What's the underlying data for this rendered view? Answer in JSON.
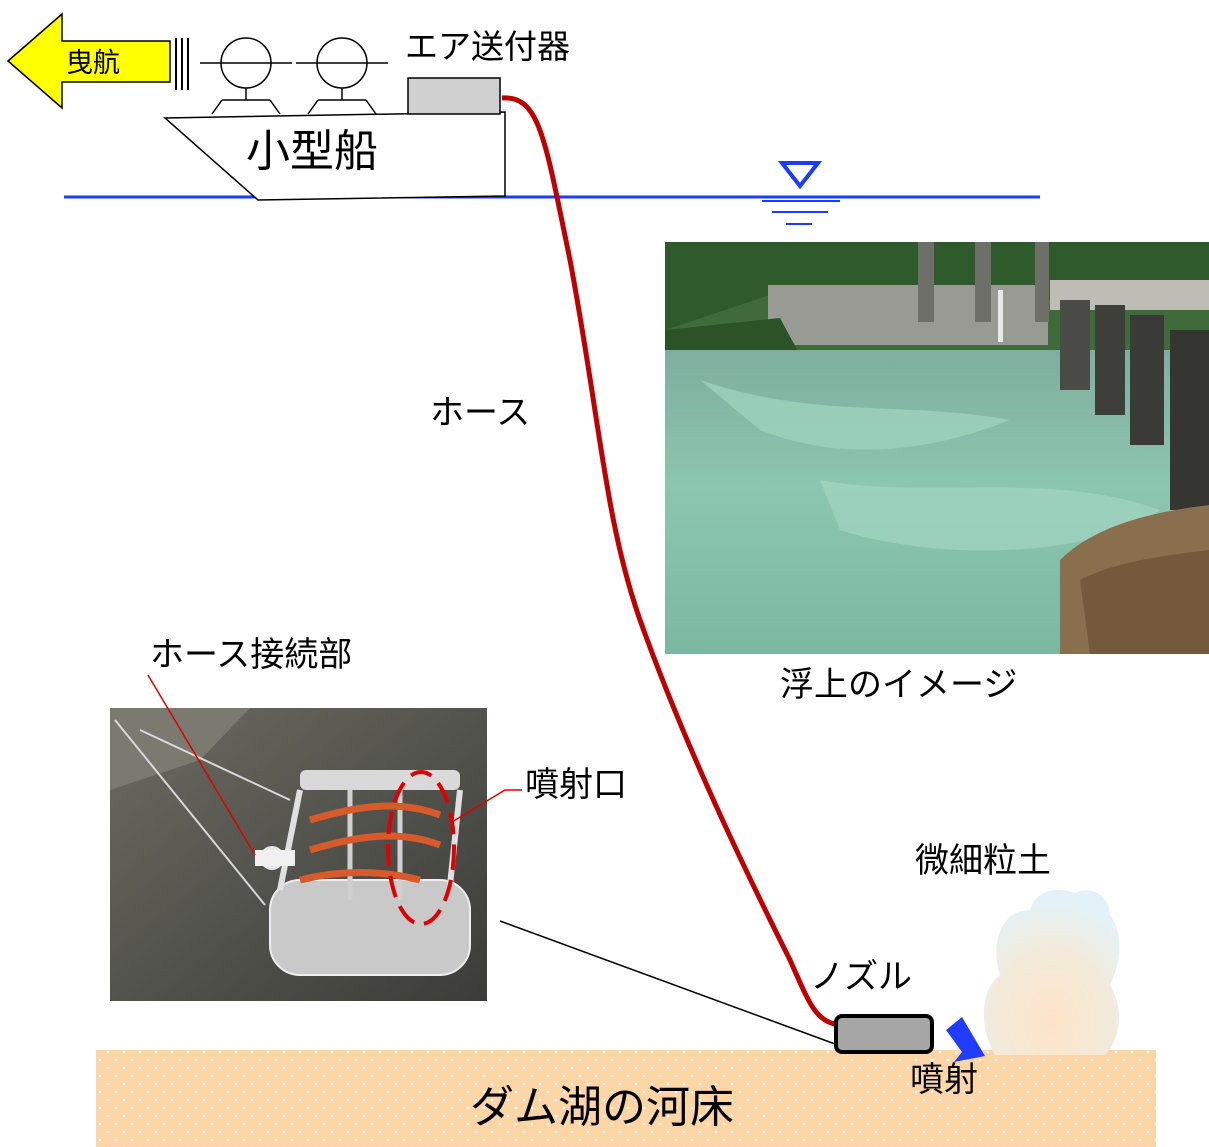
{
  "labels": {
    "towing": "曳航",
    "air_feeder": "エア送付器",
    "boat": "小型船",
    "hose": "ホース",
    "floating_image": "浮上のイメージ",
    "hose_connection": "ホース接続部",
    "jet_port": "噴射口",
    "fine_soil": "微細粒土",
    "nozzle": "ノズル",
    "jet": "噴射",
    "riverbed": "ダム湖の河床"
  },
  "colors": {
    "hose": "#c00000",
    "water_line": "#1a3cff",
    "arrow_fill": "#ffff00",
    "riverbed_fill": "#fcd5a6",
    "jet_arrow": "#1f3cff",
    "nozzle_fill": "#a6a6a6",
    "feeder_fill": "#d0d0d0",
    "callout_ellipse": "#e00000"
  },
  "icons": {
    "water_level": "water-level-triangle-icon",
    "tow_arrow": "tow-arrow-icon",
    "jet_arrow": "jet-arrow-icon",
    "person": "person-icon"
  }
}
